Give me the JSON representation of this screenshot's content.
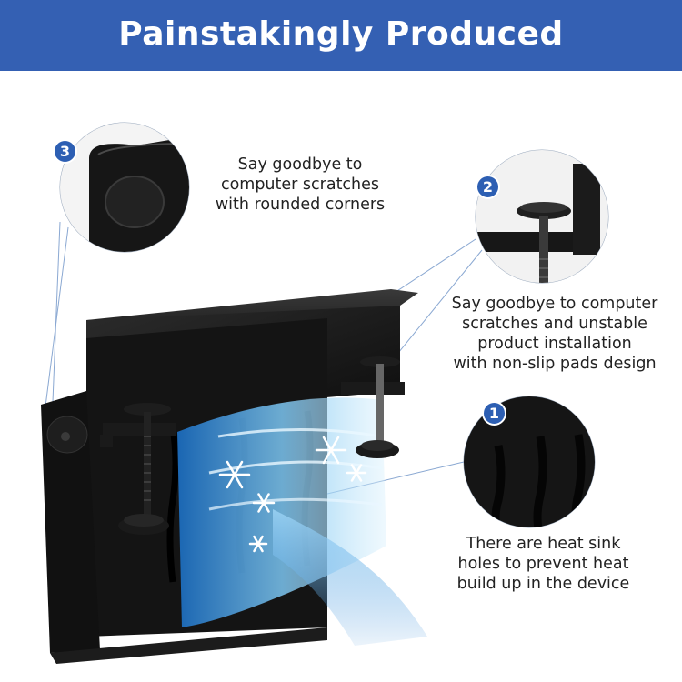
{
  "header": {
    "title": "Painstakingly Produced",
    "background": "#3460b3"
  },
  "callouts": [
    {
      "number": "3",
      "lines": [
        "Say goodbye to",
        "computer scratches",
        "with rounded corners"
      ],
      "detail": "rounded-corner-closeup"
    },
    {
      "number": "2",
      "lines": [
        "Say goodbye to computer",
        "scratches and unstable",
        "product installation",
        "with non-slip pads design"
      ],
      "detail": "clamp-knob-closeup"
    },
    {
      "number": "1",
      "lines": [
        "There are heat sink",
        "holes to prevent heat",
        "build up in the device"
      ],
      "detail": "heat-sink-holes-closeup"
    }
  ],
  "colors": {
    "badge": "#2d5fb3",
    "product": "#1a1a1a",
    "airflow": "#4a9bdc"
  },
  "icons": [
    "snowflake-icon"
  ]
}
